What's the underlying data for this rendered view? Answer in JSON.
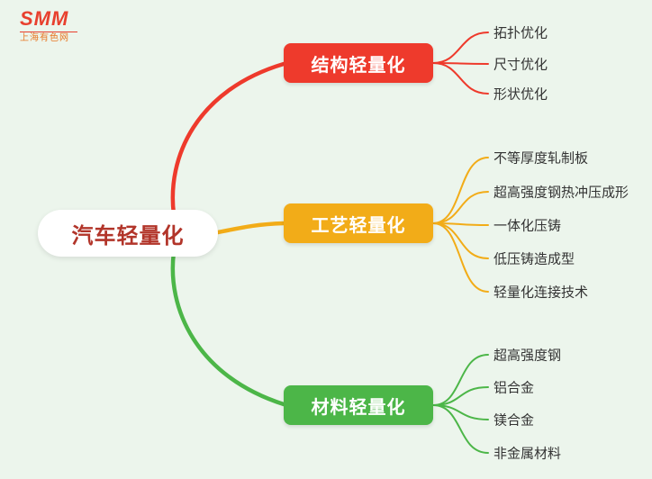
{
  "canvas": {
    "background_color": "#ecf5ec"
  },
  "logo": {
    "brand": "SMM",
    "subtitle": "上海有色网"
  },
  "root": {
    "label": "汽车轻量化",
    "text_color": "#b2352a",
    "background_color": "#ffffff"
  },
  "branches": [
    {
      "label": "结构轻量化",
      "color": "#ee3a2c",
      "children": [
        "拓扑优化",
        "尺寸优化",
        "形状优化"
      ]
    },
    {
      "label": "工艺轻量化",
      "color": "#f2ac18",
      "children": [
        "不等厚度轧制板",
        "超高强度钢热冲压成形",
        "一体化压铸",
        "低压铸造成型",
        "轻量化连接技术"
      ]
    },
    {
      "label": "材料轻量化",
      "color": "#4cb648",
      "children": [
        "超高强度钢",
        "铝合金",
        "镁合金",
        "非金属材料"
      ]
    }
  ]
}
